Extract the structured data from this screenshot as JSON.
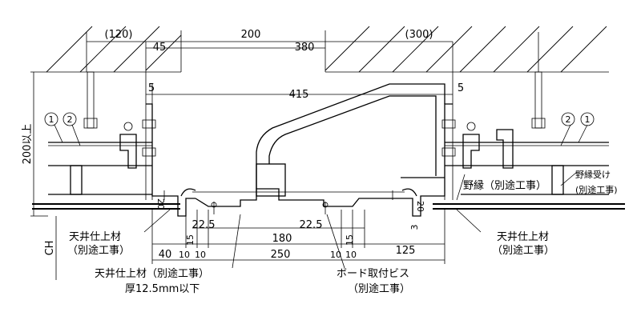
{
  "dimensions": {
    "d_120": "(120)",
    "d_200_top": "200",
    "d_300": "(300)",
    "d_45": "45",
    "d_380": "380",
    "d_5_left": "5",
    "d_415": "415",
    "d_5_right": "5",
    "d_200_ijo": "200以上",
    "d_ch": "CH",
    "d_22_5_left": "22.5",
    "d_22_5_right": "22.5",
    "d_20_left": "20",
    "d_20_right": "20",
    "d_3": "3",
    "d_40": "40",
    "d_15_left": "15",
    "d_10_a": "10",
    "d_10_b": "10",
    "d_180": "180",
    "d_10_c": "10",
    "d_10_d": "10",
    "d_15_right": "15",
    "d_125": "125",
    "d_250": "250"
  },
  "markers": {
    "m1_left": "1",
    "m2_left": "2",
    "m2_right": "2",
    "m1_right": "1"
  },
  "labels": {
    "noen": "野縁（別途工事）",
    "noen_uke": "野縁受け",
    "noen_uke_sub": "(別途工事)",
    "tenjo_left_1": "天井仕上材",
    "tenjo_left_2": "（別途工事）",
    "tenjo_right_1": "天井仕上材",
    "tenjo_right_2": "（別途工事）",
    "tenjo_bottom_1": "天井仕上材（別途工事）",
    "tenjo_bottom_2": "厚12.5mm以下",
    "board_1": "ボード取付ビス",
    "board_2": "（別途工事）"
  }
}
